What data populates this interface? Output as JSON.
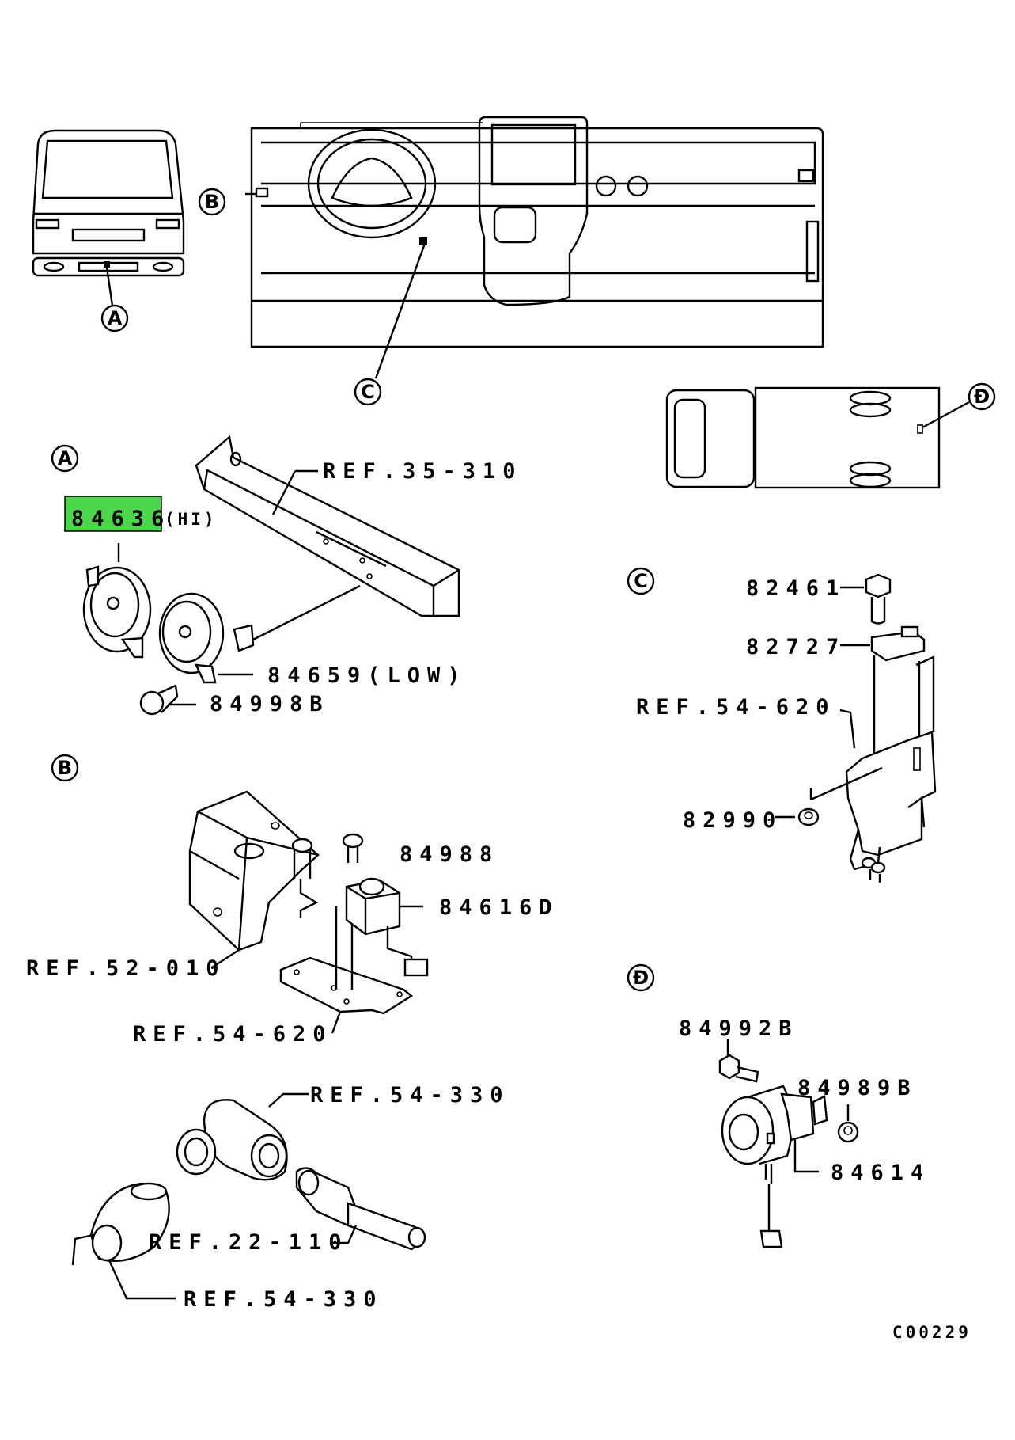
{
  "circles": {
    "a": "A",
    "b": "B",
    "c": "C",
    "d": "Đ"
  },
  "labels": {
    "ref_35_310": "REF.35-310",
    "part_84636": "84636",
    "part_84636_suffix": "(HI)",
    "part_84659": "84659(LOW)",
    "part_84998b": "84998B",
    "part_84988": "84988",
    "part_84616d": "84616D",
    "ref_52_010": "REF.52-010",
    "ref_54_620_b": "REF.54-620",
    "ref_54_330_top": "REF.54-330",
    "ref_22_110": "REF.22-110",
    "ref_54_330_bottom": "REF.54-330",
    "part_82461": "82461",
    "part_82727": "82727",
    "ref_54_620_c": "REF.54-620",
    "part_82990": "82990",
    "part_84992b": "84992B",
    "part_84989b": "84989B",
    "part_84614": "84614",
    "diagram_code": "C00229"
  },
  "highlight_color": "#4cd64c"
}
